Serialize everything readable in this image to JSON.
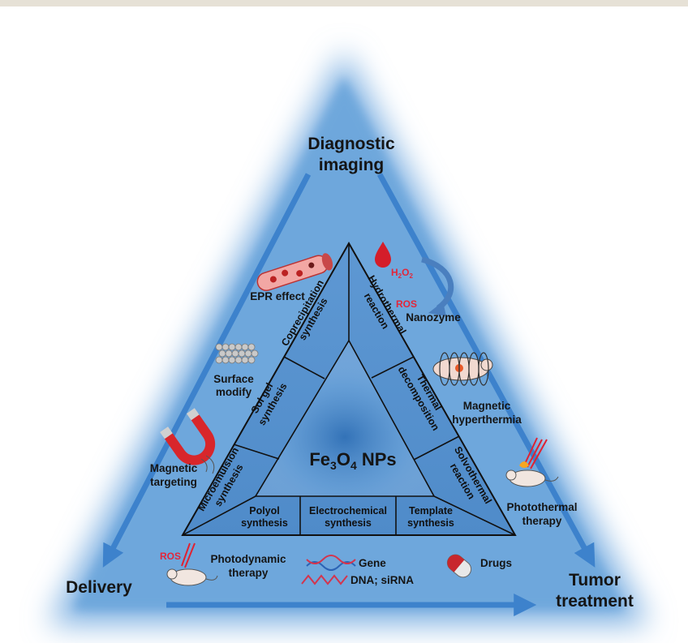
{
  "colors": {
    "outer_glow": "#5f9bd6",
    "outer_fill": "#6fa8dd",
    "inner_panel": "#4f8dcc",
    "arrow": "#3d82cc",
    "accent_red": "#e2263a"
  },
  "corners": {
    "top": [
      "Diagnostic",
      "imaging"
    ],
    "left": "Delivery",
    "right": [
      "Tumor",
      "treatment"
    ]
  },
  "center": {
    "prefix": "Fe",
    "sub1": "3",
    "mid": "O",
    "sub2": "4",
    "suffix": " NPs"
  },
  "synthesis": {
    "coprecipitation": [
      "Coprecipitation",
      "synthesis"
    ],
    "sol_gel": [
      "Sol gel",
      "synthesis"
    ],
    "microemulsion": [
      "Microemulsion",
      "synthesis"
    ],
    "hydrothermal": [
      "Hydrothermal",
      "reaction"
    ],
    "thermal": [
      "Thermal",
      "decomposition"
    ],
    "solvothermal": [
      "Solvothermal",
      "reaction"
    ],
    "polyol": [
      "Polyol",
      "synthesis"
    ],
    "electrochemical": [
      "Electrochemical",
      "synthesis"
    ],
    "template": [
      "Template",
      "synthesis"
    ]
  },
  "applications": {
    "epr": "EPR effect",
    "surface": [
      "Surface",
      "modify"
    ],
    "magnetic_targeting": [
      "Magnetic",
      "targeting"
    ],
    "nanozyme": "Nanozyme",
    "h2o2": {
      "base": "H",
      "sub1": "2",
      "mid": "O",
      "sub2": "2"
    },
    "ros_nanozyme": "ROS",
    "magnetic_hyperthermia": [
      "Magnetic",
      "hyperthermia"
    ],
    "photothermal": [
      "Photothermal",
      "therapy"
    ],
    "photodynamic": [
      "Photodynamic",
      "therapy"
    ],
    "ros_pdt": "ROS",
    "gene": "Gene",
    "dna": "DNA; siRNA",
    "drugs": "Drugs"
  },
  "icons": [
    "blood-vessel-icon",
    "nanoparticle-layer-icon",
    "horseshoe-magnet-icon",
    "blood-drop-icon",
    "mouse-in-coil-icon",
    "mouse-laser-icon",
    "dna-helix-icon",
    "pill-capsule-icon"
  ]
}
